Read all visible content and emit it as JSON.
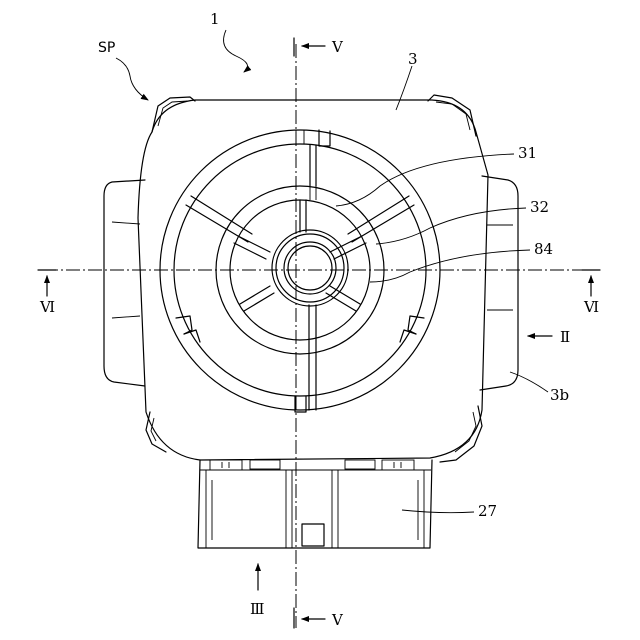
{
  "labels": {
    "assembly": "1",
    "sp": "SP",
    "ref_3": "3",
    "ref_31": "31",
    "ref_32": "32",
    "ref_84": "84",
    "ref_3b": "3b",
    "ref_27": "27",
    "section_v_top": "V",
    "section_v_bottom": "V",
    "section_vi_left": "Ⅵ",
    "section_vi_right": "Ⅵ",
    "view_ii": "Ⅱ",
    "view_iii": "Ⅲ"
  }
}
